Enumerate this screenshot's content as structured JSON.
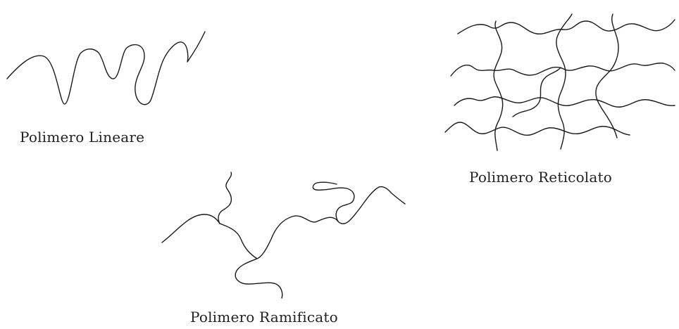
{
  "figures": {
    "linear": {
      "caption": "Polimero Lineare"
    },
    "crosslinked": {
      "caption": "Polimero Reticolato"
    },
    "branched": {
      "caption": "Polimero Ramificato"
    }
  },
  "stroke_color": "#1a1a1a",
  "background_color": "#ffffff"
}
